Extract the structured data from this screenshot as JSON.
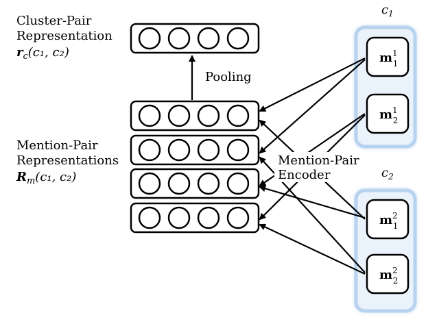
{
  "cluster_pair": {
    "title_line1": "Cluster-Pair",
    "title_line2": "Representation",
    "symbol": "r",
    "subscript": "c",
    "args": "(c₁, c₂)"
  },
  "mention_pair": {
    "title_line1": "Mention-Pair",
    "title_line2": "Representations",
    "symbol": "R",
    "subscript": "m",
    "args": "(c₁, c₂)"
  },
  "pooling_label": "Pooling",
  "encoder_label_line1": "Mention-Pair",
  "encoder_label_line2": "Encoder",
  "clusters": [
    {
      "name": "c",
      "index": "1",
      "mentions": [
        {
          "base": "m",
          "sup": "1",
          "sub": "1"
        },
        {
          "base": "m",
          "sup": "1",
          "sub": "2"
        }
      ]
    },
    {
      "name": "c",
      "index": "2",
      "mentions": [
        {
          "base": "m",
          "sup": "2",
          "sub": "1"
        },
        {
          "base": "m",
          "sup": "2",
          "sub": "2"
        }
      ]
    }
  ],
  "units_per_vector": 4,
  "mention_pair_vector_count": 4,
  "colors": {
    "cluster_fill": "#eaf2fb",
    "cluster_glow": "#b8d3ef",
    "stroke": "#000000"
  }
}
